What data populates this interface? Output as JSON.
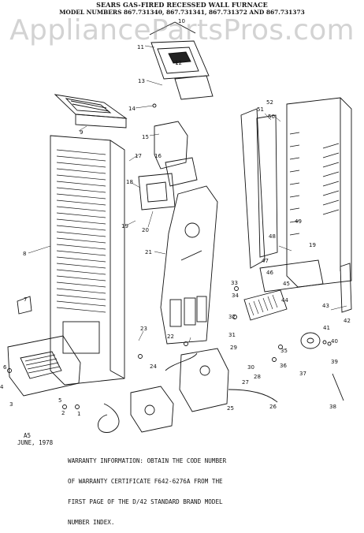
{
  "header": {
    "title": "SEARS GAS-FIRED RECESSED WALL FURNACE",
    "models": "MODEL NUMBERS 867.731340, 867.731341, 867.731372 AND 867.731373"
  },
  "watermark": "AppliancePartsPros.com",
  "stamp": {
    "code": "A5",
    "date": "JUNE, 1978"
  },
  "warranty": {
    "lines": [
      "WARRANTY INFORMATION: OBTAIN THE CODE NUMBER",
      "OF WARRANTY CERTIFICATE F642-6276A FROM THE",
      "FIRST PAGE OF THE D/42 STANDARD BRAND MODEL",
      "NUMBER INDEX."
    ]
  },
  "part_numbers": [
    "1",
    "2",
    "3",
    "4",
    "5",
    "6",
    "7",
    "8",
    "9",
    "10",
    "11",
    "12",
    "13",
    "14",
    "15",
    "16",
    "17",
    "18",
    "19",
    "20",
    "21",
    "22",
    "23",
    "24",
    "25",
    "26",
    "27",
    "28",
    "29",
    "30",
    "31",
    "32",
    "33",
    "34",
    "35",
    "36",
    "37",
    "38",
    "39",
    "40",
    "41",
    "42",
    "43",
    "44",
    "45",
    "46",
    "47",
    "48",
    "49",
    "50",
    "51",
    "52"
  ],
  "callouts": [
    {
      "id": "p10",
      "text": "10"
    },
    {
      "id": "p11",
      "text": "11"
    },
    {
      "id": "p12",
      "text": "12"
    },
    {
      "id": "p13",
      "text": "13"
    },
    {
      "id": "p14",
      "text": "14"
    },
    {
      "id": "p9",
      "text": "9"
    },
    {
      "id": "p15",
      "text": "15"
    },
    {
      "id": "p16",
      "text": "16"
    },
    {
      "id": "p17",
      "text": "17"
    },
    {
      "id": "p18",
      "text": "18"
    },
    {
      "id": "p19a",
      "text": "19"
    },
    {
      "id": "p20",
      "text": "20"
    },
    {
      "id": "p21",
      "text": "21"
    },
    {
      "id": "p8",
      "text": "8"
    },
    {
      "id": "p7",
      "text": "7"
    },
    {
      "id": "p23",
      "text": "23"
    },
    {
      "id": "p22",
      "text": "22"
    },
    {
      "id": "p6",
      "text": "6"
    },
    {
      "id": "p4",
      "text": "4"
    },
    {
      "id": "p3",
      "text": "3"
    },
    {
      "id": "p5",
      "text": "5"
    },
    {
      "id": "p2",
      "text": "2"
    },
    {
      "id": "p1",
      "text": "1"
    },
    {
      "id": "p24",
      "text": "24"
    },
    {
      "id": "p25",
      "text": "25"
    },
    {
      "id": "p26",
      "text": "26"
    },
    {
      "id": "p27",
      "text": "27"
    },
    {
      "id": "p28",
      "text": "28"
    },
    {
      "id": "p29",
      "text": "29"
    },
    {
      "id": "p30",
      "text": "30"
    },
    {
      "id": "p31",
      "text": "31"
    },
    {
      "id": "p32",
      "text": "32"
    },
    {
      "id": "p33",
      "text": "33"
    },
    {
      "id": "p34",
      "text": "34"
    },
    {
      "id": "p35",
      "text": "35"
    },
    {
      "id": "p36",
      "text": "36"
    },
    {
      "id": "p37",
      "text": "37"
    },
    {
      "id": "p38",
      "text": "38"
    },
    {
      "id": "p39",
      "text": "39"
    },
    {
      "id": "p40",
      "text": "40"
    },
    {
      "id": "p41",
      "text": "41"
    },
    {
      "id": "p42",
      "text": "42"
    },
    {
      "id": "p43",
      "text": "43"
    },
    {
      "id": "p44",
      "text": "44"
    },
    {
      "id": "p45",
      "text": "45"
    },
    {
      "id": "p46",
      "text": "46"
    },
    {
      "id": "p47",
      "text": "47"
    },
    {
      "id": "p48",
      "text": "48"
    },
    {
      "id": "p49",
      "text": "49"
    },
    {
      "id": "p19b",
      "text": "19"
    },
    {
      "id": "p50",
      "text": "50"
    },
    {
      "id": "p51",
      "text": "51"
    },
    {
      "id": "p52",
      "text": "52"
    }
  ]
}
